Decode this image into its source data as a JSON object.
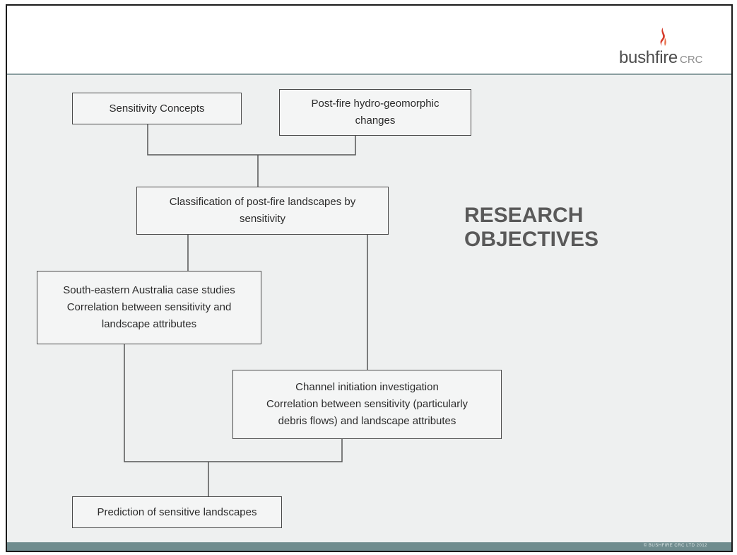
{
  "logo": {
    "word": "bushfire",
    "suffix": "CRC",
    "colors": {
      "flame": "#d63a2a",
      "word": "#4d4d4d",
      "suffix": "#8c8c8c"
    }
  },
  "title": {
    "line1": "RESEARCH",
    "line2": "OBJECTIVES"
  },
  "boxes": {
    "sensitivity_concepts": {
      "line1": "Sensitivity Concepts"
    },
    "post_fire_changes": {
      "line1": "Post-fire hydro-geomorphic",
      "line2": "changes"
    },
    "classification": {
      "line1": "Classification of post-fire landscapes by",
      "line2": "sensitivity"
    },
    "case_studies": {
      "line1": "South-eastern Australia case studies",
      "line2": "Correlation between sensitivity and",
      "line3": "landscape attributes"
    },
    "channel_initiation": {
      "line1": "Channel initiation investigation",
      "line2": "Correlation between sensitivity (particularly",
      "line3": "debris flows) and landscape attributes"
    },
    "prediction": {
      "line1": "Prediction of sensitive landscapes"
    }
  },
  "footer": {
    "text": "© BUSHFIRE CRC LTD 2012",
    "color": "#6f8c8e"
  },
  "colors": {
    "content_bg": "#eef0f0",
    "box_border": "#4a4a4a",
    "title": "#595959"
  }
}
